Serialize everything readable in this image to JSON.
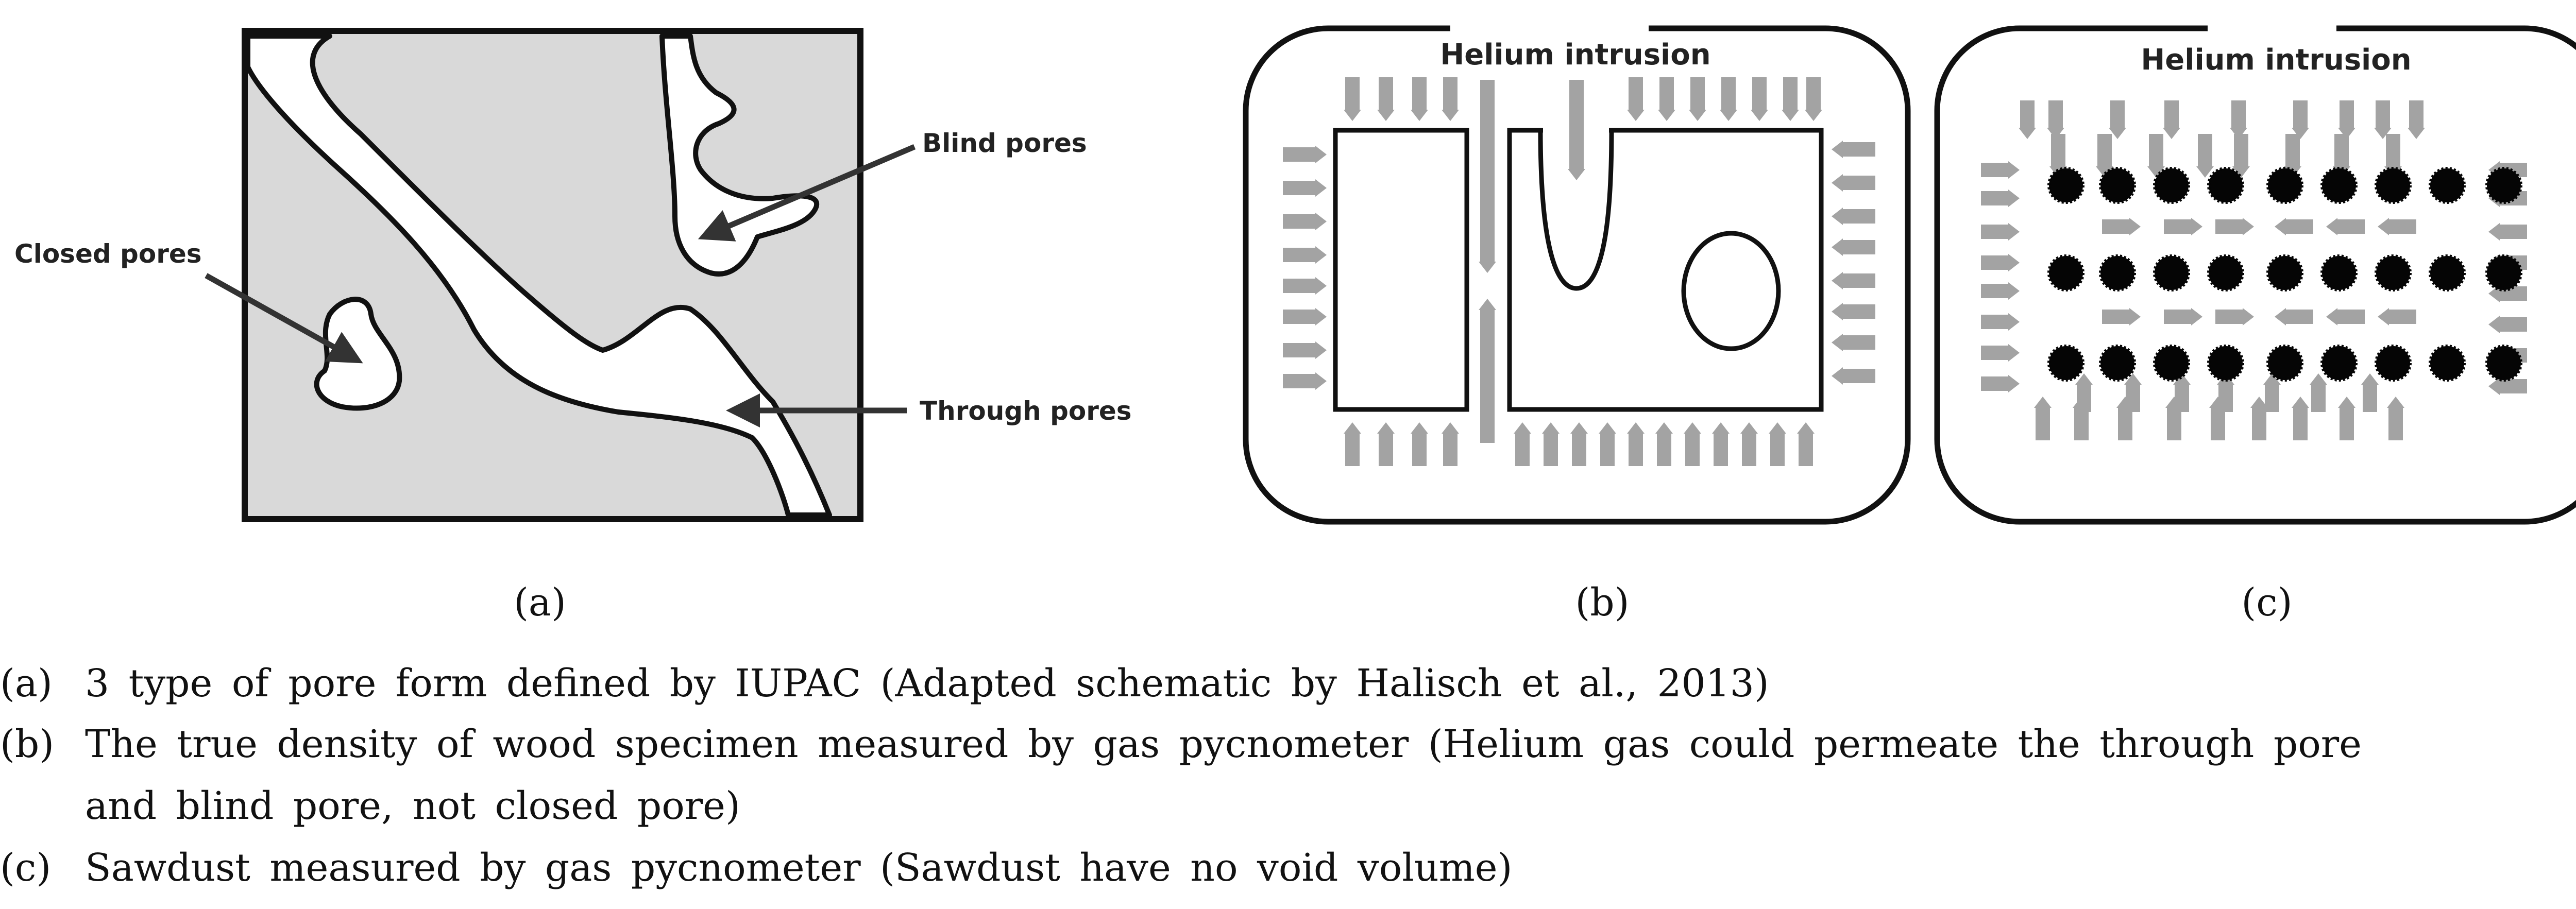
{
  "panel_a": {
    "labels": {
      "closed": "Closed pores",
      "blind": "Blind pores",
      "through": "Through pores"
    },
    "caption": "(a)"
  },
  "panel_b": {
    "title": "Helium intrusion",
    "caption": "(b)"
  },
  "panel_c": {
    "title": "Helium intrusion",
    "caption": "(c)"
  },
  "colors": {
    "fill": "#d9d9d9",
    "arrow": "#a3a3a3",
    "line": "#111111",
    "particle": "#050505"
  },
  "captions": [
    {
      "marker": "(a)",
      "text": "3 type of pore form defined by IUPAC (Adapted schematic by Halisch et al., 2013)"
    },
    {
      "marker": "(b)",
      "text": "The true density of wood specimen measured by gas pycnometer (Helium gas could permeate the through pore"
    },
    {
      "marker": "",
      "text": "and blind pore, not closed pore)"
    },
    {
      "marker": "(c)",
      "text": "Sawdust measured by gas pycnometer (Sawdust have no void volume)"
    }
  ]
}
